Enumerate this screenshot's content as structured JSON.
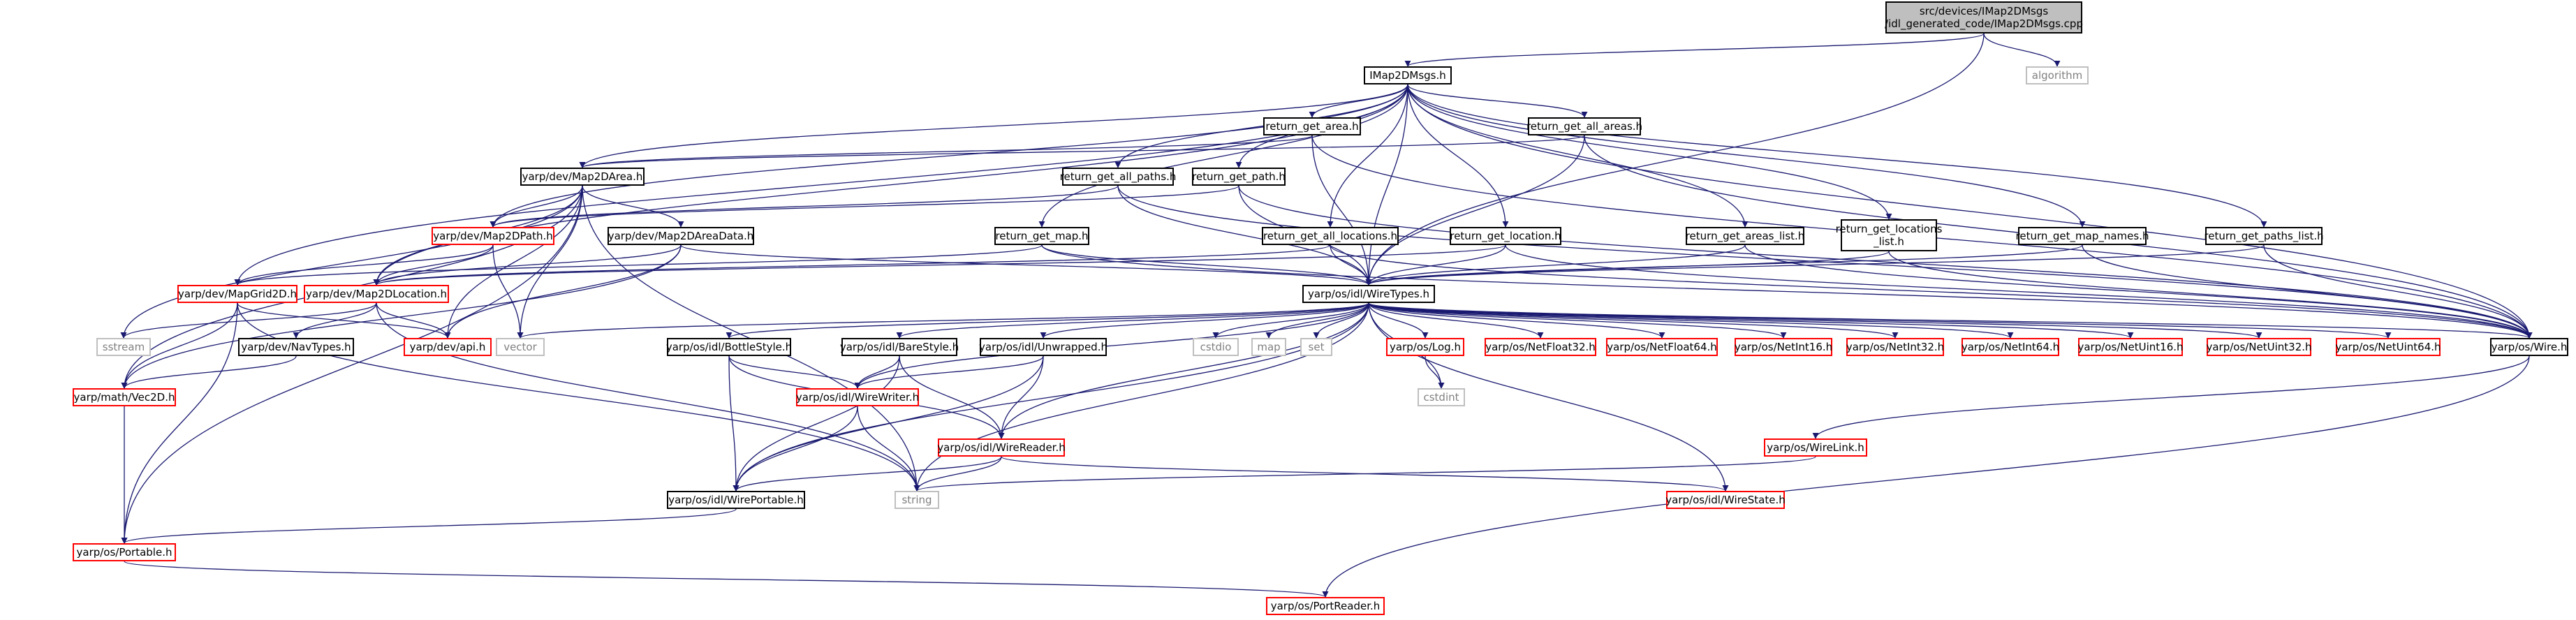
{
  "colors": {
    "edge": "#191970",
    "border": "#000000",
    "missing": "#ff0000",
    "system": "#bfbfbf",
    "root_fill": "#bfbfbf"
  },
  "nodes": {
    "root": "src/devices/IMap2DMsgs\n/idl_generated_code/IMap2DMsgs.cpp",
    "imap2dmsgs_h": "IMap2DMsgs.h",
    "algorithm": "algorithm",
    "return_get_area_h": "return_get_area.h",
    "return_get_all_areas_h": "return_get_all_areas.h",
    "map2darea_h": "yarp/dev/Map2DArea.h",
    "return_get_all_paths_h": "return_get_all_paths.h",
    "return_get_path_h": "return_get_path.h",
    "map2dpath_h": "yarp/dev/Map2DPath.h",
    "map2dareadata_h": "yarp/dev/Map2DAreaData.h",
    "return_get_map_h": "return_get_map.h",
    "return_get_all_locations_h": "return_get_all_locations.h",
    "return_get_location_h": "return_get_location.h",
    "return_get_areas_list_h": "return_get_areas_list.h",
    "return_get_locations_list_h": "return_get_locations\n_list.h",
    "return_get_map_names_h": "return_get_map_names.h",
    "return_get_paths_list_h": "return_get_paths_list.h",
    "mapgrid2d_h": "yarp/dev/MapGrid2D.h",
    "map2dlocation_h": "yarp/dev/Map2DLocation.h",
    "wiretypes_h": "yarp/os/idl/WireTypes.h",
    "wire_h": "yarp/os/Wire.h",
    "sstream": "sstream",
    "navtypes_h": "yarp/dev/NavTypes.h",
    "api_h": "yarp/dev/api.h",
    "vector": "vector",
    "bottlestyle_h": "yarp/os/idl/BottleStyle.h",
    "barestyle_h": "yarp/os/idl/BareStyle.h",
    "unwrapped_h": "yarp/os/idl/Unwrapped.h",
    "cstdio": "cstdio",
    "map": "map",
    "set": "set",
    "log_h": "yarp/os/Log.h",
    "netfloat32_h": "yarp/os/NetFloat32.h",
    "netfloat64_h": "yarp/os/NetFloat64.h",
    "netint16_h": "yarp/os/NetInt16.h",
    "netint32_h": "yarp/os/NetInt32.h",
    "netint64_h": "yarp/os/NetInt64.h",
    "netuint16_h": "yarp/os/NetUint16.h",
    "netuint32_h": "yarp/os/NetUint32.h",
    "netuint64_h": "yarp/os/NetUint64.h",
    "vec2d_h": "yarp/math/Vec2D.h",
    "wirewriter_h": "yarp/os/idl/WireWriter.h",
    "cstdint": "cstdint",
    "wirelink_h": "yarp/os/WireLink.h",
    "wirereader_h": "yarp/os/idl/WireReader.h",
    "string": "string",
    "wireportable_h": "yarp/os/idl/WirePortable.h",
    "wirestate_h": "yarp/os/idl/WireState.h",
    "portable_h": "yarp/os/Portable.h",
    "portreader_h": "yarp/os/PortReader.h"
  }
}
